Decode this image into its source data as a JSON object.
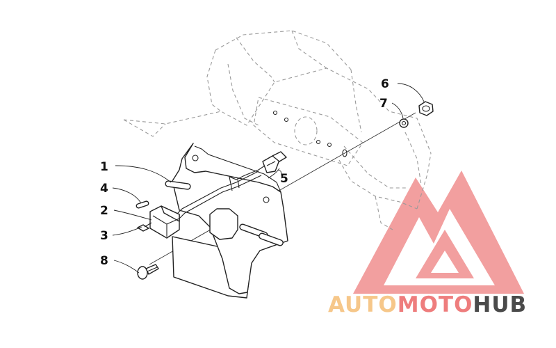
{
  "diagram": {
    "callouts": [
      {
        "id": "1",
        "label": "1"
      },
      {
        "id": "2",
        "label": "2"
      },
      {
        "id": "3",
        "label": "3"
      },
      {
        "id": "4",
        "label": "4"
      },
      {
        "id": "5",
        "label": "5"
      },
      {
        "id": "6",
        "label": "6"
      },
      {
        "id": "7",
        "label": "7"
      },
      {
        "id": "8",
        "label": "8"
      }
    ]
  },
  "watermark": {
    "word_auto": "AUTO",
    "word_moto": "MOTO",
    "word_hub": "HUB",
    "colors": {
      "auto": "#f6c78a",
      "moto": "#ee7d7d",
      "hub": "#4a4a4a",
      "logo": "#f08a8a"
    }
  }
}
